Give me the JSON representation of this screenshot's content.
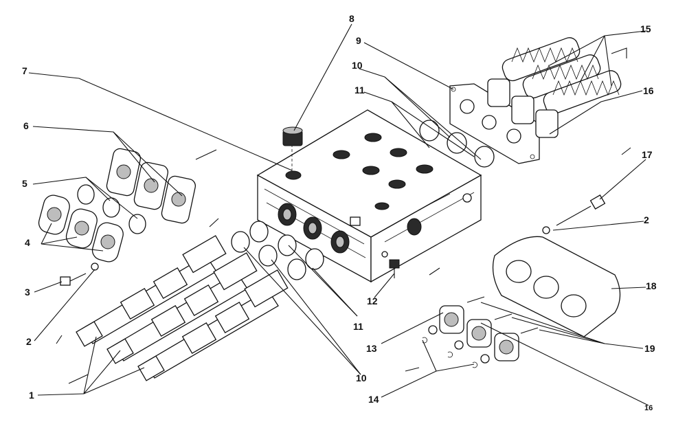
{
  "diagram": {
    "callouts": [
      {
        "id": "c1",
        "text": "1"
      },
      {
        "id": "c2a",
        "text": "2"
      },
      {
        "id": "c2b",
        "text": "2"
      },
      {
        "id": "c3",
        "text": "3"
      },
      {
        "id": "c4",
        "text": "4"
      },
      {
        "id": "c5",
        "text": "5"
      },
      {
        "id": "c6",
        "text": "6"
      },
      {
        "id": "c7",
        "text": "7"
      },
      {
        "id": "c8",
        "text": "8"
      },
      {
        "id": "c9",
        "text": "9"
      },
      {
        "id": "c10a",
        "text": "10"
      },
      {
        "id": "c10b",
        "text": "10"
      },
      {
        "id": "c11a",
        "text": "11"
      },
      {
        "id": "c11b",
        "text": "11"
      },
      {
        "id": "c12",
        "text": "12"
      },
      {
        "id": "c13",
        "text": "13"
      },
      {
        "id": "c14",
        "text": "14"
      },
      {
        "id": "c15",
        "text": "15"
      },
      {
        "id": "c16a",
        "text": "16"
      },
      {
        "id": "c16b",
        "text": "16"
      },
      {
        "id": "c17",
        "text": "17"
      },
      {
        "id": "c18",
        "text": "18"
      },
      {
        "id": "c19",
        "text": "19"
      }
    ]
  }
}
